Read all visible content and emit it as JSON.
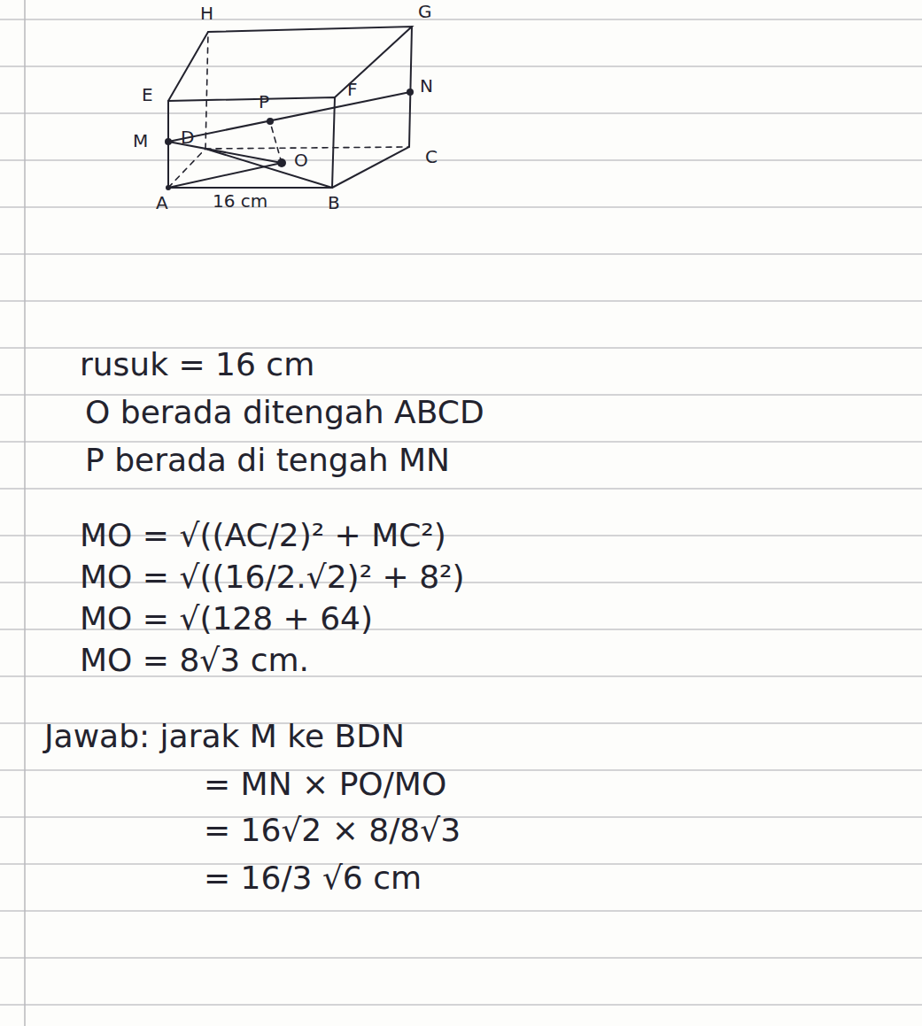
{
  "diagram": {
    "labels": [
      "H",
      "G",
      "E",
      "F",
      "N",
      "P",
      "M",
      "D",
      "C",
      "O",
      "A",
      "16 cm",
      "B",
      "rusuk = 16 cm",
      "O berada ditengah ABCD",
      "P berada di tengah MN",
      "MO = √((AC/2)² + MC²)",
      "MO = √((16/2.√2)² + 8²)",
      "MO = √(128 + 64)",
      "MO = 8√3 cm.",
      "Jawab: jarak M ke BDN",
      "= MN × PO/MO",
      "= 16√2 × 8/8√3",
      "= 16/3 √6 cm"
    ]
  }
}
